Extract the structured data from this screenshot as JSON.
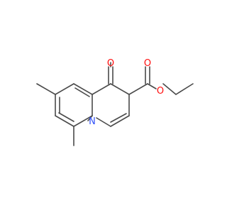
{
  "molecule": {
    "atom_labels": [
      {
        "id": "O1",
        "text": "O",
        "color": "#ff0d0d"
      },
      {
        "id": "O2",
        "text": "O",
        "color": "#ff0d0d"
      },
      {
        "id": "O3",
        "text": "O",
        "color": "#ff0d0d"
      },
      {
        "id": "N1",
        "text": "N",
        "color": "#3050f8"
      }
    ],
    "bond_color": "#4a4a4a",
    "background": "#ffffff"
  }
}
